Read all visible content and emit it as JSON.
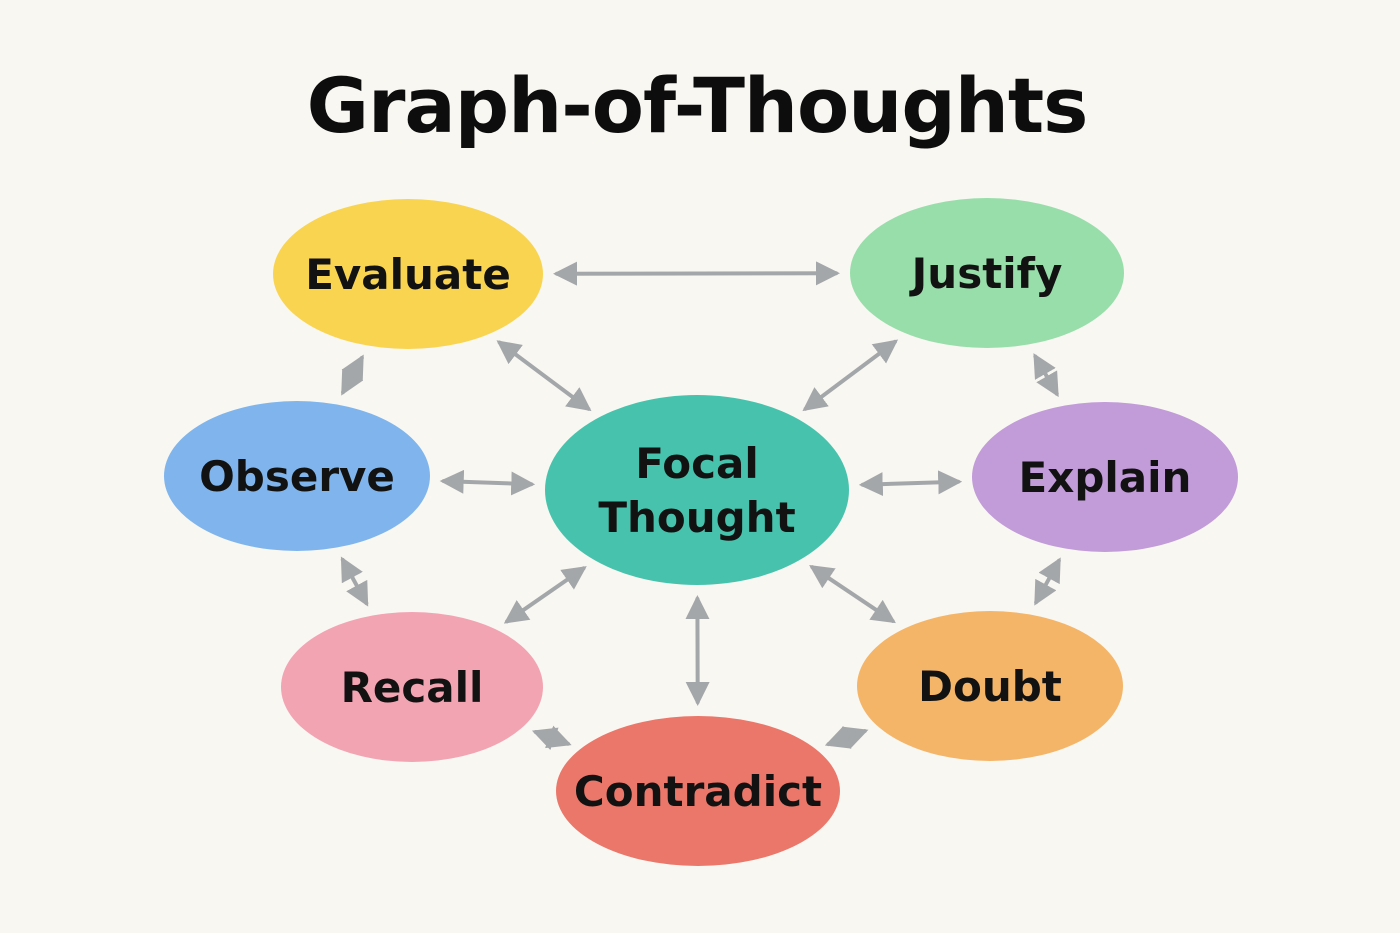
{
  "title": "Graph-of-Thoughts",
  "nodes": [
    {
      "id": "evaluate",
      "label": "Evaluate",
      "color": "#f9d451"
    },
    {
      "id": "justify",
      "label": "Justify",
      "color": "#98deaa"
    },
    {
      "id": "observe",
      "label": "Observe",
      "color": "#7fb5ec"
    },
    {
      "id": "focal",
      "label": "Focal Thought",
      "lines": [
        "Focal",
        "Thought"
      ],
      "color": "#47c3ad"
    },
    {
      "id": "explain",
      "label": "Explain",
      "color": "#c29bd9"
    },
    {
      "id": "recall",
      "label": "Recall",
      "color": "#f2a4b3"
    },
    {
      "id": "doubt",
      "label": "Doubt",
      "color": "#f4b568"
    },
    {
      "id": "contradict",
      "label": "Contradict",
      "color": "#ea776a"
    }
  ],
  "edges": [
    {
      "from": "evaluate",
      "to": "justify",
      "bidirectional": true
    },
    {
      "from": "evaluate",
      "to": "observe",
      "bidirectional": true
    },
    {
      "from": "evaluate",
      "to": "focal",
      "bidirectional": true
    },
    {
      "from": "justify",
      "to": "focal",
      "bidirectional": true
    },
    {
      "from": "justify",
      "to": "explain",
      "bidirectional": true
    },
    {
      "from": "observe",
      "to": "focal",
      "bidirectional": true
    },
    {
      "from": "explain",
      "to": "focal",
      "bidirectional": true
    },
    {
      "from": "observe",
      "to": "recall",
      "bidirectional": true
    },
    {
      "from": "explain",
      "to": "doubt",
      "bidirectional": true
    },
    {
      "from": "focal",
      "to": "recall",
      "bidirectional": true
    },
    {
      "from": "focal",
      "to": "doubt",
      "bidirectional": true
    },
    {
      "from": "focal",
      "to": "contradict",
      "bidirectional": true
    },
    {
      "from": "recall",
      "to": "contradict",
      "bidirectional": true
    },
    {
      "from": "doubt",
      "to": "contradict",
      "bidirectional": true
    }
  ],
  "colors": {
    "background": "#f9f7f2",
    "edge": "#a4a7aa",
    "text": "#121212"
  }
}
